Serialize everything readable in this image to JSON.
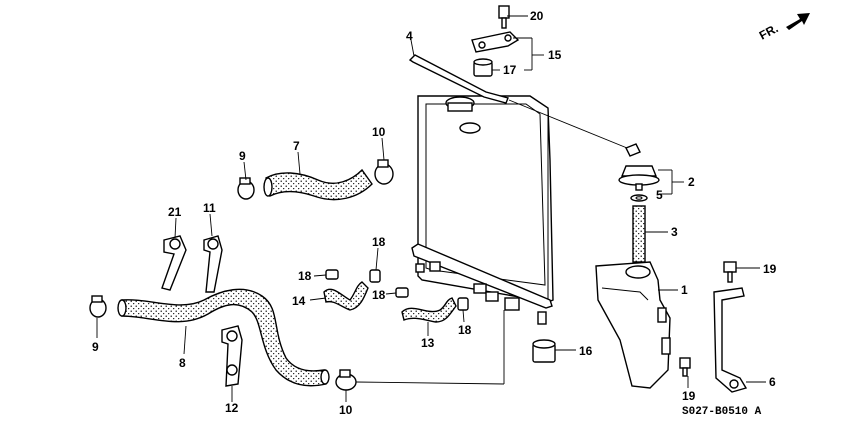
{
  "orientation_label": "FR.",
  "diagram_code": "S027-B0510 A",
  "callouts": {
    "c1": "1",
    "c2": "2",
    "c3": "3",
    "c4": "4",
    "c5": "5",
    "c6": "6",
    "c7": "7",
    "c8": "8",
    "c9a": "9",
    "c9b": "9",
    "c10a": "10",
    "c10b": "10",
    "c11": "11",
    "c12": "12",
    "c13": "13",
    "c14": "14",
    "c15": "15",
    "c16": "16",
    "c17": "17",
    "c18a": "18",
    "c18b": "18",
    "c18c": "18",
    "c18d": "18",
    "c19a": "19",
    "c19b": "19",
    "c20": "20",
    "c21": "21"
  }
}
